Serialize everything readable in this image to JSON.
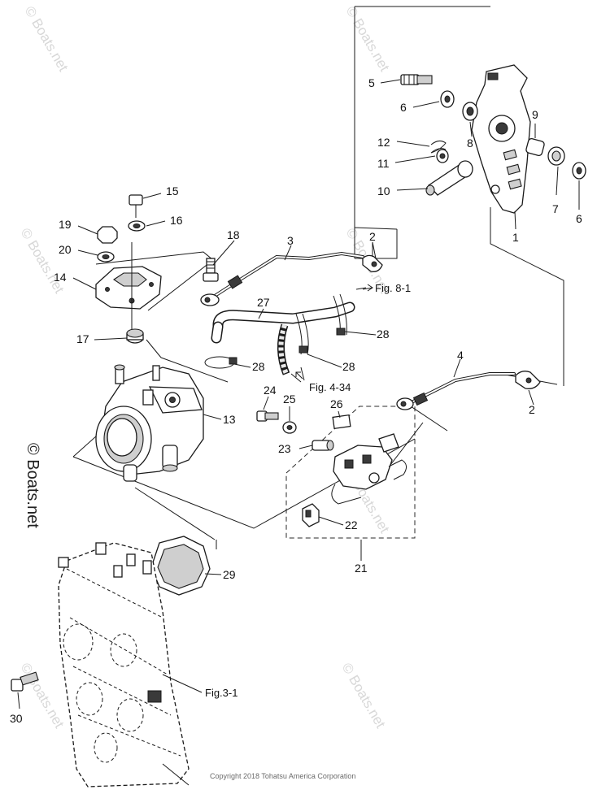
{
  "watermark": "© Boats.net",
  "copyright": "Copyright 2018 Tohatsu America Corporation",
  "labels": {
    "p1": "1",
    "p2a": "2",
    "p2b": "2",
    "p3": "3",
    "p4": "4",
    "p5": "5",
    "p6a": "6",
    "p6b": "6",
    "p7": "7",
    "p8": "8",
    "p9": "9",
    "p10": "10",
    "p11": "11",
    "p12": "12",
    "p13": "13",
    "p14": "14",
    "p15": "15",
    "p16": "16",
    "p17": "17",
    "p18": "18",
    "p19": "19",
    "p20": "20",
    "p21": "21",
    "p22": "22",
    "p23": "23",
    "p24": "24",
    "p25": "25",
    "p26": "26",
    "p27": "27",
    "p28a": "28",
    "p28b": "28",
    "p28c": "28",
    "p29": "29",
    "p30": "30"
  },
  "references": {
    "fig81": "Fig. 8-1",
    "fig434": "Fig. 4-34",
    "fig31": "Fig.3-1"
  }
}
